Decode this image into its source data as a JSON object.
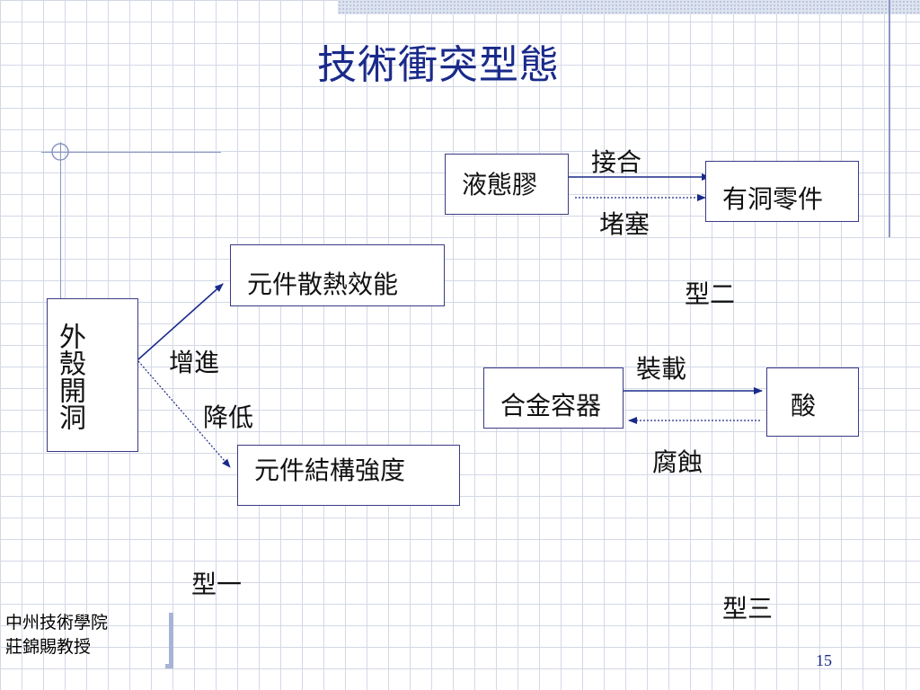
{
  "slide": {
    "title": "技術衝突型態",
    "page_number": "15"
  },
  "footer": {
    "institution": "中州技術學院",
    "author": "莊錦賜教授"
  },
  "type1": {
    "source": "外殼開洞",
    "target_top": "元件散熱效能",
    "target_bottom": "元件結構強度",
    "edge_increase": "增進",
    "edge_decrease": "降低",
    "type_label": "型一"
  },
  "type2": {
    "source": "液態膠",
    "target": "有洞零件",
    "edge_forward": "接合",
    "edge_backward": "堵塞",
    "type_label": "型二"
  },
  "type3": {
    "source": "合金容器",
    "target": "酸",
    "edge_forward": "裝載",
    "edge_backward": "腐蝕",
    "type_label": "型三"
  },
  "colors": {
    "title": "#1a2a8a",
    "arrow": "#1a2a8a",
    "box_border": "#3a3a88",
    "grid": "#d3d8e6",
    "accent_line": "#8a96c2"
  }
}
